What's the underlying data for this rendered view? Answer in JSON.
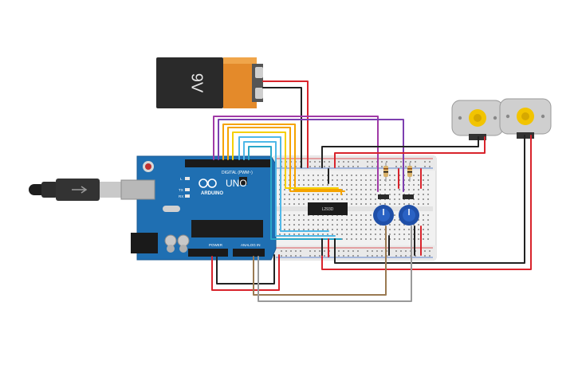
{
  "battery": {
    "label": "9V"
  },
  "arduino": {
    "logo_text": "ARDUINO",
    "model": "UNO",
    "digital_label": "DIGITAL (PWM~)",
    "power_label": "POWER",
    "analog_label": "ANALOG IN",
    "tx_label": "TX",
    "rx_label": "RX",
    "l_label": "L"
  },
  "driver_chip": {
    "label": "L293D"
  },
  "colors": {
    "red": "#d8242c",
    "black": "#222222",
    "purple": "#a03aa6",
    "violet": "#7d3fb0",
    "orange": "#f5a300",
    "yellow": "#f5d000",
    "cyan": "#4fb8e8",
    "teal": "#2aa7c9",
    "brown": "#9a7a52",
    "gray": "#9a9a9a",
    "arduino_blue": "#1f6fb2"
  }
}
